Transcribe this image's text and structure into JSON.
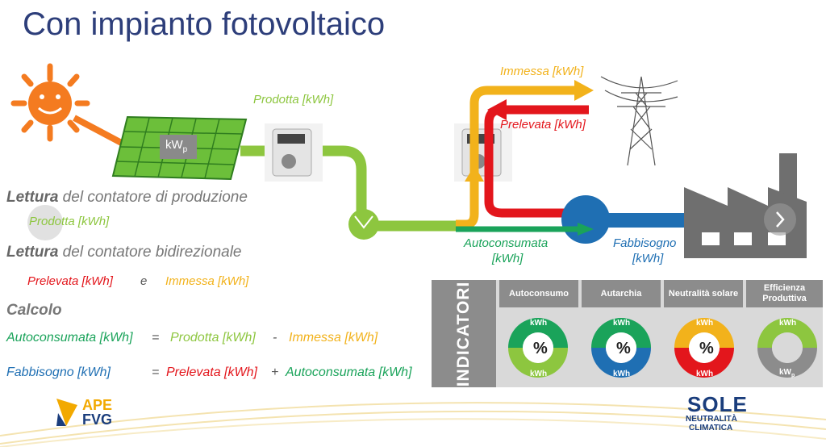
{
  "title": "Con impianto fotovoltaico",
  "diagram": {
    "panel_label": "kW",
    "panel_sub": "p",
    "prodotta": "Prodotta [kWh]",
    "immessa": "Immessa [kWh]",
    "prelevata": "Prelevata [kWh]",
    "autoconsumata": "Autoconsumata",
    "autoconsumata_unit": "[kWh]",
    "fabbisogno": "Fabbisogno",
    "fabbisogno_unit": "[kWh]"
  },
  "text": {
    "lettura1_bold": "Lettura",
    "lettura1_rest": " del contatore di produzione",
    "lettura1_value": "Prodotta [kWh]",
    "lettura2_bold": "Lettura",
    "lettura2_rest": " del contatore bidirezionale",
    "lettura2_v1": "Prelevata [kWh]",
    "lettura2_e": "e",
    "lettura2_v2": "Immessa [kWh]",
    "calcolo": "Calcolo",
    "f1_left": "Autoconsumata [kWh]",
    "f1_eq": "=",
    "f1_a": "Prodotta [kWh]",
    "f1_op": "-",
    "f1_b": "Immessa [kWh]",
    "f2_left": "Fabbisogno [kWh]",
    "f2_eq": "=",
    "f2_a": "Prelevata [kWh]",
    "f2_op": "+",
    "f2_b": "Autoconsumata [kWh]"
  },
  "indicators": {
    "side_label": "INDICATORI",
    "columns": [
      {
        "head": "Autoconsumo",
        "top": "kWh",
        "bottom": "kWh",
        "center": "%"
      },
      {
        "head": "Autarchia",
        "top": "kWh",
        "bottom": "kWh",
        "center": "%"
      },
      {
        "head": "Neutralità solare",
        "top": "kWh",
        "bottom": "kWh",
        "center": "%"
      },
      {
        "head": "Efficienza Produttiva",
        "top": "kWh",
        "bottom": "kW",
        "bottom_sub": "p",
        "center": ""
      }
    ]
  },
  "logos": {
    "ape_line1": "APE",
    "ape_line2": "FVG",
    "sole_line1": "SOLE",
    "sole_line2": "NEUTRALITÀ",
    "sole_line3": "CLIMATICA"
  },
  "colors": {
    "green": "#8dc63f",
    "dark_green": "#1aa35a",
    "red": "#e3161c",
    "orange": "#f2b21b",
    "blue": "#1f6fb3",
    "title": "#2d3e7a"
  }
}
